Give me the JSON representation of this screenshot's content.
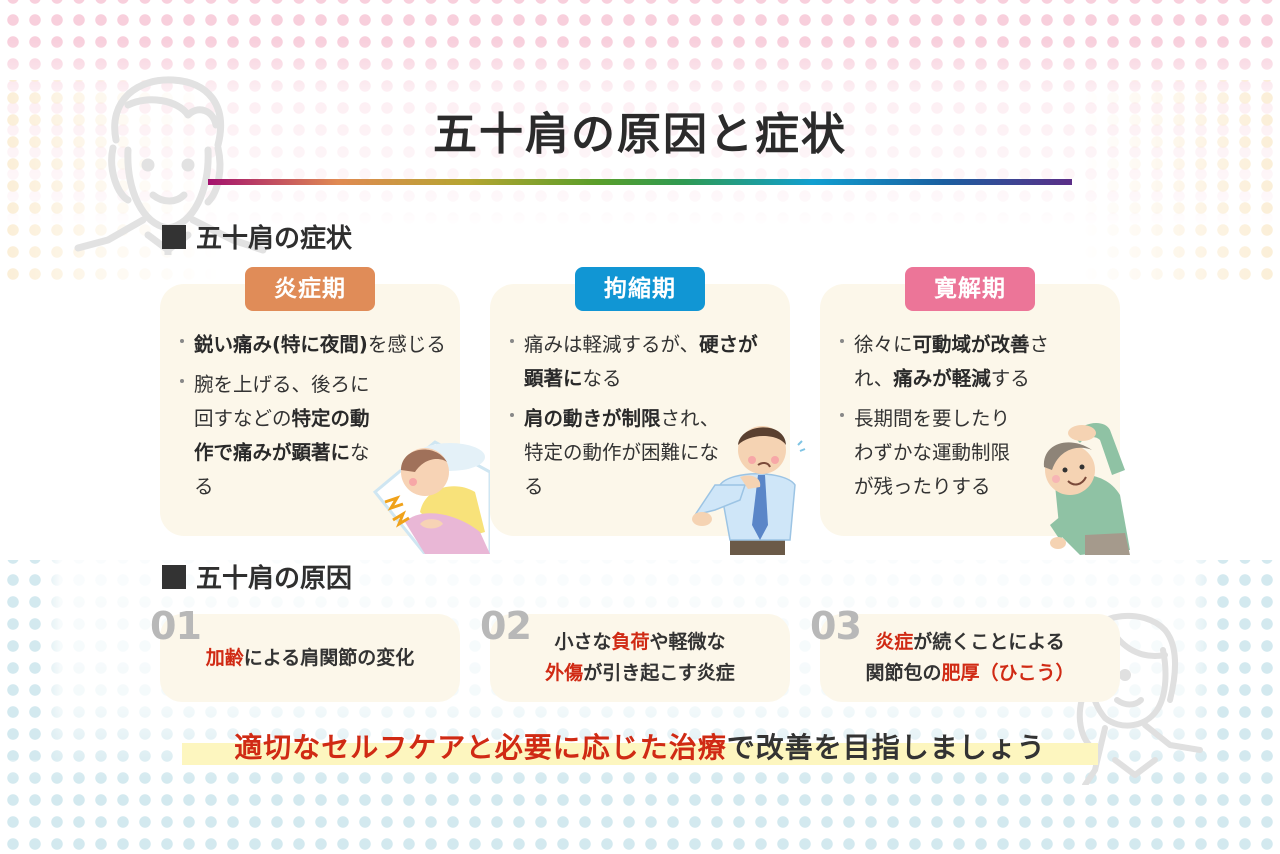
{
  "title": "五十肩の原因と症状",
  "colors": {
    "acute": "#e08c58",
    "frozen": "#1196d4",
    "thawing": "#ec7598",
    "highlight_red": "#d02a14",
    "card_bg": "#fcf7ea",
    "closing_highlight": "#fdf6bf"
  },
  "symptoms": {
    "heading": "五十肩の症状",
    "stages": [
      {
        "label": "炎症期",
        "bullets": [
          [
            {
              "t": "鋭い痛み(特に夜間)",
              "b": true
            },
            {
              "t": "を感じる",
              "b": false
            }
          ],
          [
            {
              "t": "腕を上げる、後ろに回すなどの",
              "b": false
            },
            {
              "t": "特定の動作で痛みが顕著に",
              "b": true
            },
            {
              "t": "なる",
              "b": false
            }
          ]
        ],
        "illustration": "woman-holding-shoulder-in-bed"
      },
      {
        "label": "拘縮期",
        "bullets": [
          [
            {
              "t": "痛みは軽減するが、",
              "b": false
            },
            {
              "t": "硬さが顕著に",
              "b": true
            },
            {
              "t": "なる",
              "b": false
            }
          ],
          [
            {
              "t": "肩の動きが制限",
              "b": true
            },
            {
              "t": "され、特定の動作が困難になる",
              "b": false
            }
          ]
        ],
        "illustration": "man-holding-stiff-shoulder"
      },
      {
        "label": "寛解期",
        "bullets": [
          [
            {
              "t": "徐々に",
              "b": false
            },
            {
              "t": "可動域が改善",
              "b": true
            },
            {
              "t": "され、",
              "b": false
            },
            {
              "t": "痛みが軽減",
              "b": true
            },
            {
              "t": "する",
              "b": false
            }
          ],
          [
            {
              "t": "長期間を要したりわずかな運動制限が残ったりする",
              "b": false
            }
          ]
        ],
        "illustration": "elderly-man-stretching"
      }
    ]
  },
  "causes": {
    "heading": "五十肩の原因",
    "items": [
      {
        "num": "01",
        "lines": [
          [
            {
              "t": "加齢",
              "r": true
            },
            {
              "t": "による肩関節の変化",
              "r": false
            }
          ]
        ]
      },
      {
        "num": "02",
        "lines": [
          [
            {
              "t": "小さな",
              "r": false
            },
            {
              "t": "負荷",
              "r": true
            },
            {
              "t": "や軽微な",
              "r": false
            }
          ],
          [
            {
              "t": "外傷",
              "r": true
            },
            {
              "t": "が引き起こす炎症",
              "r": false
            }
          ]
        ]
      },
      {
        "num": "03",
        "lines": [
          [
            {
              "t": "炎症",
              "r": true
            },
            {
              "t": "が続くことによる",
              "r": false
            }
          ],
          [
            {
              "t": "関節包の",
              "r": false
            },
            {
              "t": "肥厚（ひこう）",
              "r": true
            }
          ]
        ]
      }
    ]
  },
  "closing": {
    "red_part": "適切なセルフケアと必要に応じた治療",
    "rest": "で改善を目指しましょう"
  }
}
